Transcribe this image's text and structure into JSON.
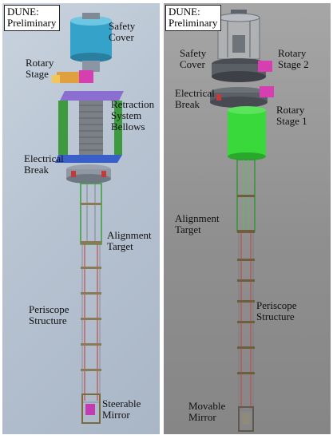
{
  "left": {
    "badge": [
      "DUNE:",
      "Preliminary"
    ],
    "labels": {
      "safety_cover": [
        "Safety",
        "Cover"
      ],
      "rotary_stage": [
        "Rotary",
        "Stage"
      ],
      "retraction": [
        "Retraction",
        "System",
        "Bellows"
      ],
      "electrical_break": [
        "Electrical",
        "Break"
      ],
      "alignment_target": [
        "Alignment",
        "Target"
      ],
      "periscope_structure": [
        "Periscope",
        "Structure"
      ],
      "steerable_mirror": [
        "Steerable",
        "Mirror"
      ]
    }
  },
  "right": {
    "badge": [
      "DUNE:",
      "Preliminary"
    ],
    "labels": {
      "safety_cover": [
        "Safety",
        "Cover"
      ],
      "rotary_stage_2": [
        "Rotary",
        "Stage 2"
      ],
      "electrical_break": [
        "Electrical",
        "Break"
      ],
      "rotary_stage_1": [
        "Rotary",
        "Stage 1"
      ],
      "alignment_target": [
        "Alignment",
        "Target"
      ],
      "periscope_structure": [
        "Periscope",
        "Structure"
      ],
      "movable_mirror": [
        "Movable",
        "Mirror"
      ]
    }
  },
  "colors": {
    "left_background": "#b7c3d1",
    "right_background": "#8f8f8f",
    "safety_cover": "#35a3c9",
    "bellows_frame": "#8a6fd0",
    "support_legs": "#3e9a3e",
    "rotary_stage": "#e0a040",
    "motor": "#d63fb0",
    "green_can": "#39d83b"
  }
}
